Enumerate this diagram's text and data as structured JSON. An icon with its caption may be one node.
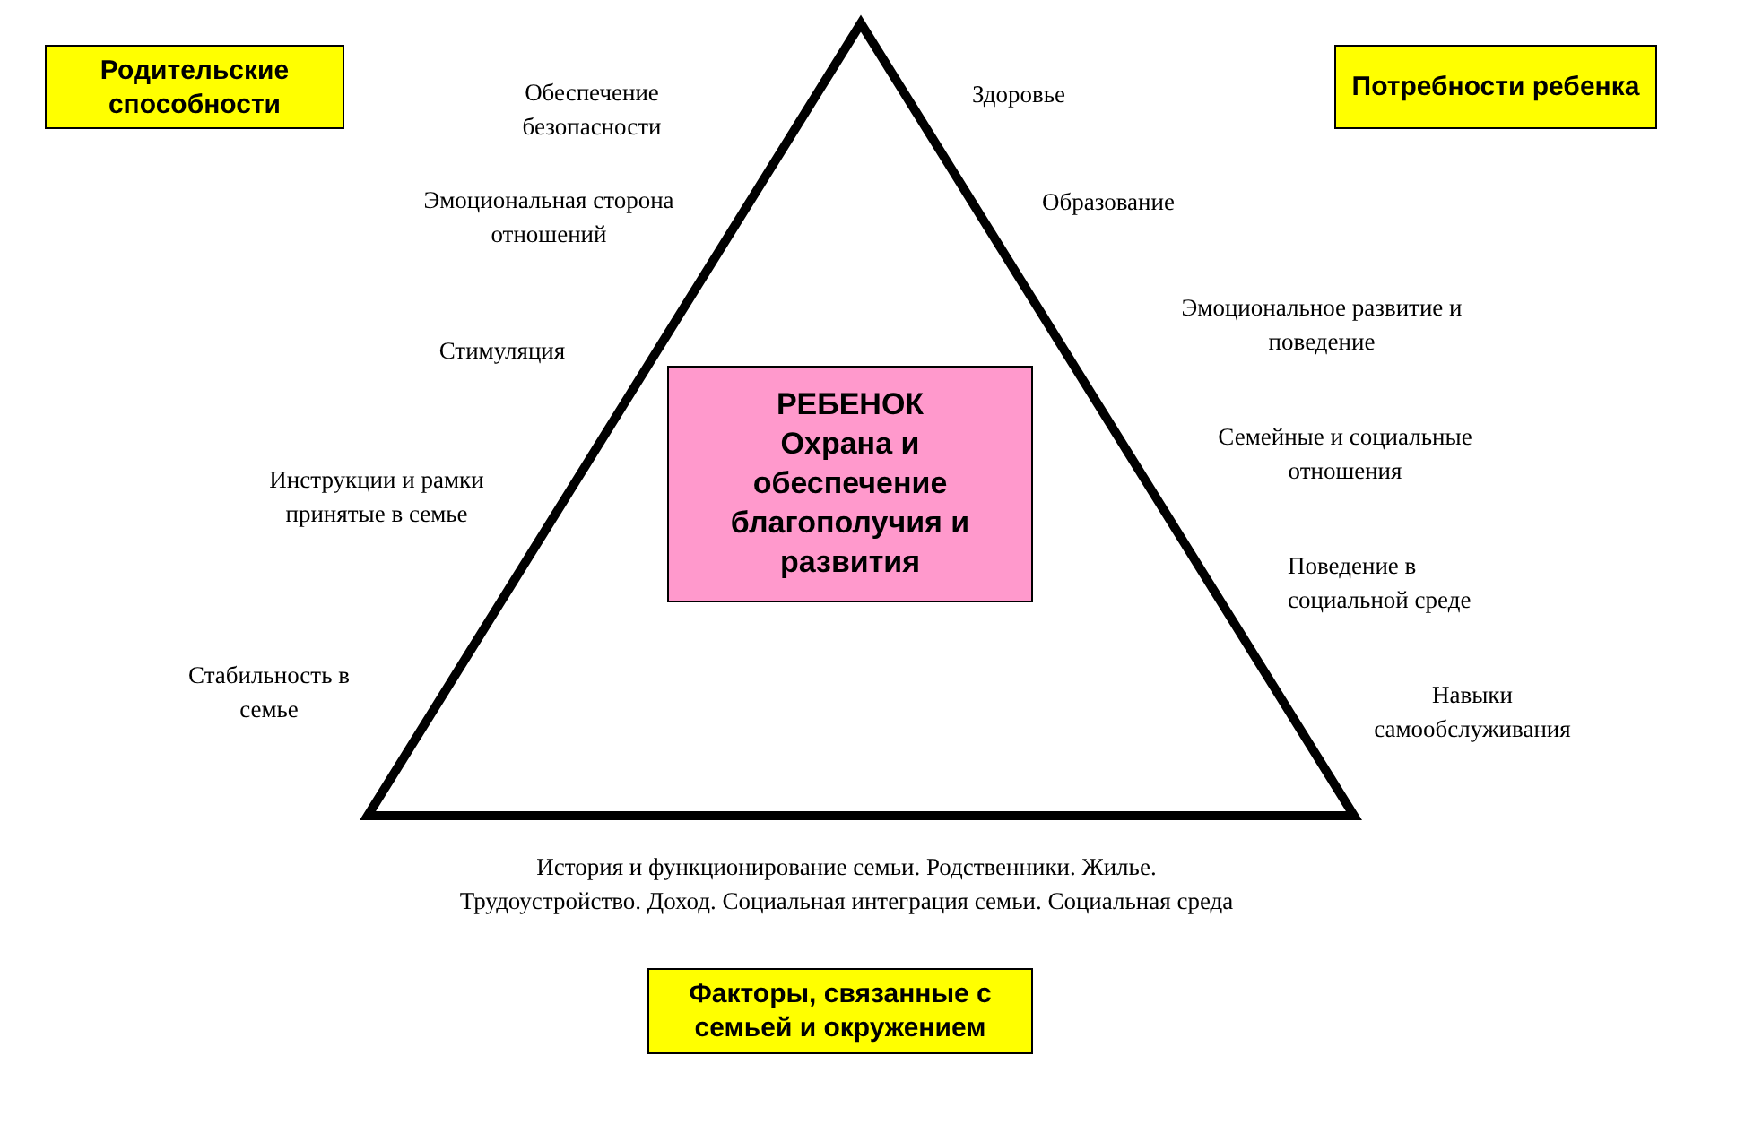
{
  "diagram": {
    "nodes": [
      {
        "text": [
          "Родительские способности"
        ]
      },
      {
        "text": [
          "Потребности ребенка"
        ]
      },
      {
        "text": [
          "РЕБЕНОК",
          "Охрана и обеспечение благополучия и развития"
        ]
      },
      {
        "text": [
          "Факторы, связанные с семьей и окружением"
        ]
      }
    ],
    "labels": [
      "Обеспечение безопасности",
      "Эмоциональная сторона отношений",
      "Стимуляция",
      "Инструкции и рамки принятые в семье",
      "Стабильность в семье",
      "Здоровье",
      "Образование",
      "Эмоциональное развитие и поведение",
      "Семейные и социальные отношения",
      "Поведение в социальной среде",
      "Навыки самообслуживания",
      "История и функционирование семьи. Родственники. Жилье. Трудоустройство. Доход. Социальная интеграция семьи. Социальная среда"
    ]
  }
}
